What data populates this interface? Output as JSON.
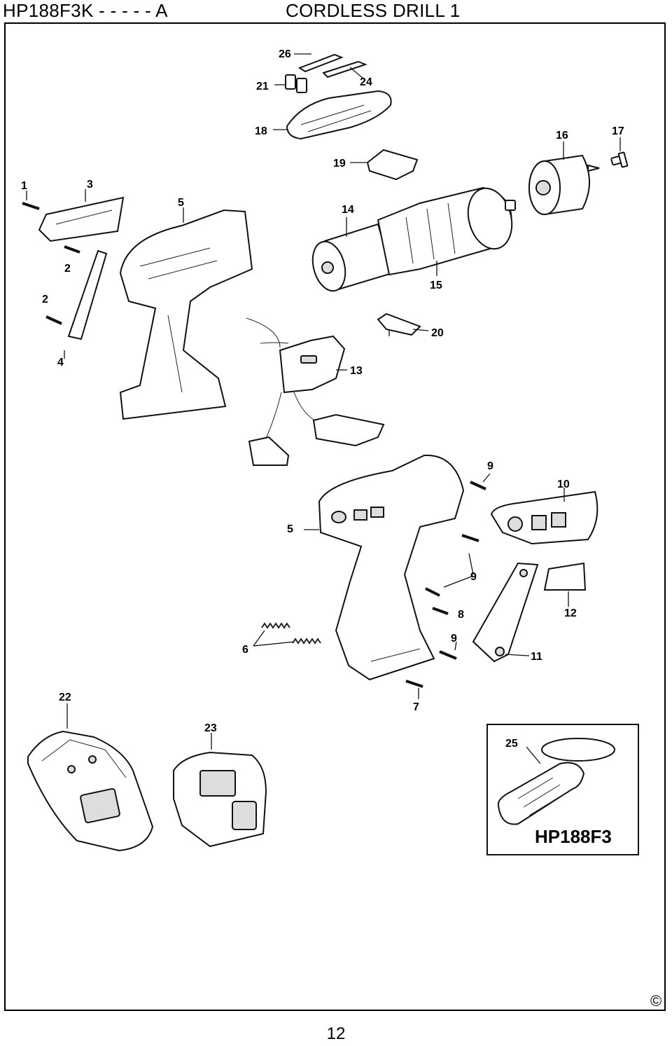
{
  "header": {
    "model_code": "HP188F3K - - - - - A",
    "title": "CORDLESS DRILL 1"
  },
  "callouts": {
    "c1": "1",
    "c2a": "2",
    "c2b": "2",
    "c3": "3",
    "c4": "4",
    "c5a": "5",
    "c5b": "5",
    "c6": "6",
    "c7": "7",
    "c8": "8",
    "c9a": "9",
    "c9b": "9",
    "c9c": "9",
    "c10": "10",
    "c11": "11",
    "c12": "12",
    "c13": "13",
    "c14": "14",
    "c15": "15",
    "c16": "16",
    "c17": "17",
    "c18": "18",
    "c19": "19",
    "c20": "20",
    "c21": "21",
    "c22": "22",
    "c23": "23",
    "c24": "24",
    "c25": "25",
    "c26": "26"
  },
  "accessory_box": {
    "model_label": "HP188F3"
  },
  "footer": {
    "copyright": "©",
    "page_number": "12"
  }
}
